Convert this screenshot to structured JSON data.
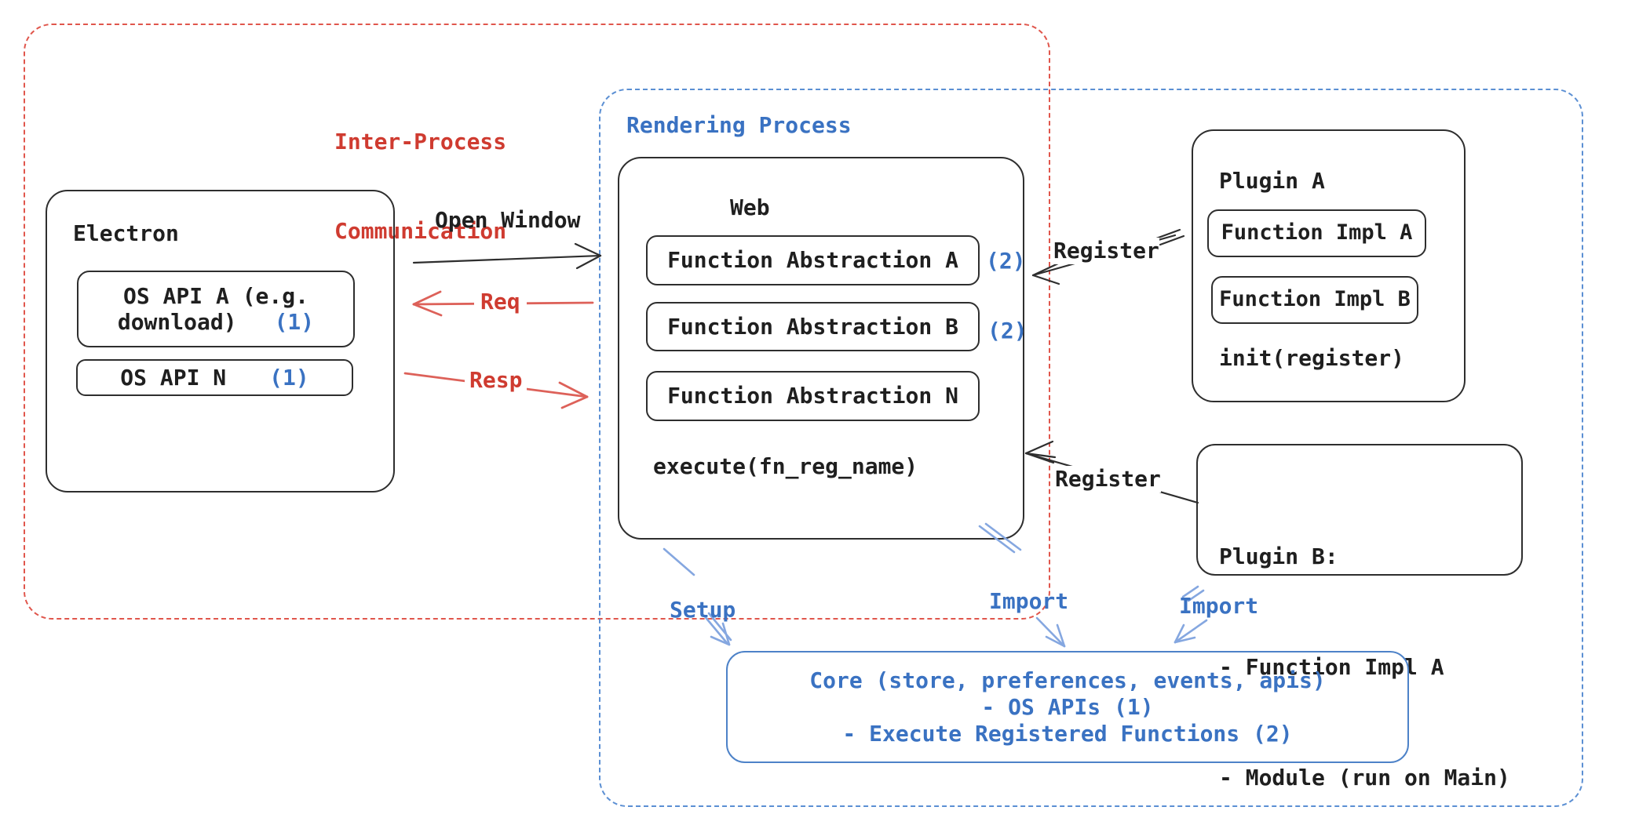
{
  "regions": {
    "ipc": {
      "label_line1": "Inter-Process",
      "label_line2": "Communication"
    },
    "rendering": {
      "label": "Rendering Process"
    }
  },
  "electron": {
    "title": "Electron",
    "os_api_a_line1": "OS API A (e.g.",
    "os_api_a_line2": "download)",
    "os_api_a_badge": "(1)",
    "os_api_n": "OS API N",
    "os_api_n_badge": "(1)"
  },
  "web": {
    "title": "Web",
    "fn_abstraction_a": "Function Abstraction A",
    "fn_abstraction_a_badge": "(2)",
    "fn_abstraction_b": "Function Abstraction B",
    "fn_abstraction_b_badge": "(2)",
    "fn_abstraction_n": "Function Abstraction N",
    "execute_label": "execute(fn_reg_name)"
  },
  "plugin_a": {
    "title": "Plugin A",
    "impl_a": "Function Impl A",
    "impl_b": "Function Impl B",
    "init_label": "init(register)"
  },
  "plugin_b": {
    "line1": "Plugin B:",
    "line2": "- Function Impl A",
    "line3": "- Module (run on Main)"
  },
  "core": {
    "line1": "Core (store, preferences, events, apis)",
    "line2": "- OS APIs (1)",
    "line3": "- Execute Registered Functions (2)"
  },
  "arrows": {
    "open_window": "Open Window",
    "req": "Req",
    "resp": "Resp",
    "register_plugin_a": "Register",
    "register_plugin_b": "Register",
    "setup": "Setup",
    "import_from_web": "Import",
    "import_from_plugin_b": "Import"
  },
  "colors": {
    "ink": "#2e2e2e",
    "text": "#1f1f1f",
    "red_text": "#cf3b30",
    "red_dash": "#e0564c",
    "red_arrow": "#dd6159",
    "blue_text": "#3a72c2",
    "blue_dash": "#5b8fd3",
    "blue_arrow": "#85a7e0",
    "core_border": "#4d82c8"
  }
}
